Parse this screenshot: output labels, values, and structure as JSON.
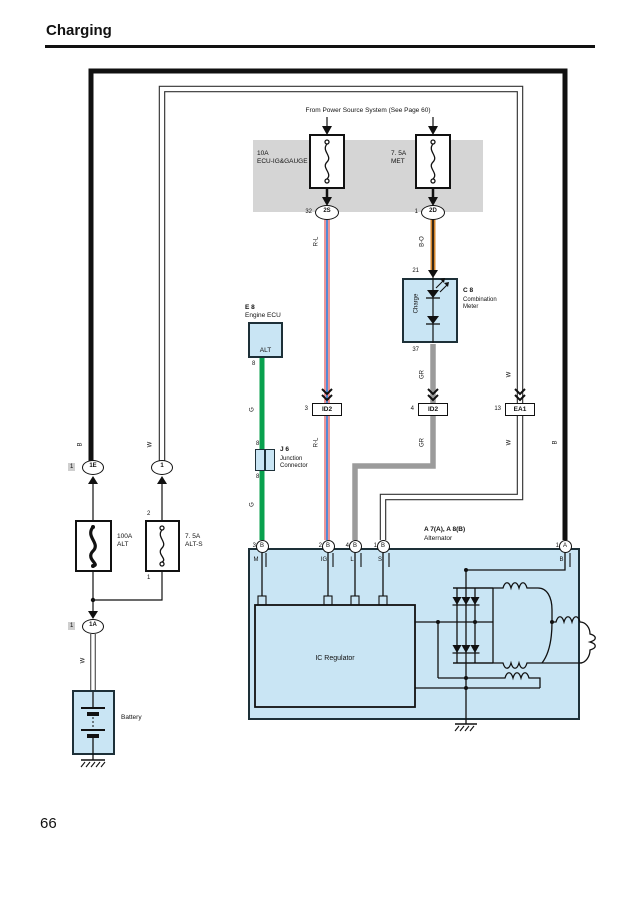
{
  "page": {
    "title": "Charging",
    "number": "66"
  },
  "header_note": "From Power Source System (See Page 60)",
  "fusebox": {
    "fuse_left": {
      "rating": "10A",
      "name": "ECU-IG&GAUGE"
    },
    "fuse_right": {
      "rating": "7. 5A",
      "name": "MET"
    },
    "conn_left": {
      "pin": "32",
      "code": "2S"
    },
    "conn_right": {
      "pin": "1",
      "code": "2D"
    }
  },
  "meter": {
    "code": "C 8",
    "name1": "Combination",
    "name2": "Meter",
    "lamp": "Charge",
    "pin_top": "21",
    "pin_bottom": "37"
  },
  "ecu": {
    "code": "E 8",
    "name": "Engine ECU",
    "terminal": "ALT",
    "pin": "8"
  },
  "jc": {
    "code": "J 6",
    "name1": "Junction",
    "name2": "Connector",
    "pin_top": "8",
    "pin_bottom": "8"
  },
  "connectors": {
    "id2_left": {
      "pin": "3",
      "code": "ID2"
    },
    "id2_right": {
      "pin": "4",
      "code": "ID2"
    },
    "ea1": {
      "pin": "13",
      "code": "EA1"
    },
    "e1": {
      "pin": "1",
      "code": "1E"
    },
    "small_right": {
      "code": "1"
    },
    "a1": {
      "pin": "1",
      "code": "1A"
    }
  },
  "fuses": {
    "alt": {
      "rating": "100A",
      "name": "ALT"
    },
    "alt_s": {
      "rating": "7. 5A",
      "name": "ALT-S",
      "pin_top": "2",
      "pin_bottom": "1"
    }
  },
  "battery_label": "Battery",
  "alternator": {
    "code": "A 7(A), A 8(B)",
    "name": "Alternator",
    "regulator": "IC Regulator",
    "t1": {
      "pin": "3",
      "conn": "B",
      "term": "M"
    },
    "t2": {
      "pin": "2",
      "conn": "B",
      "term": "IG"
    },
    "t3": {
      "pin": "4",
      "conn": "B",
      "term": "L"
    },
    "t4": {
      "pin": "1",
      "conn": "B",
      "term": "S"
    },
    "t5": {
      "pin": "1",
      "conn": "A",
      "term": "B"
    }
  },
  "wire_labels": {
    "rl_1": "R-L",
    "rl_2": "R-L",
    "bo": "B-O",
    "gr_1": "GR",
    "gr_2": "GR",
    "g_1": "G",
    "g_2": "G",
    "w_r1": "W",
    "w_r2": "W",
    "b_l": "B",
    "w_l": "W",
    "b_r": "B",
    "w_bat": "W"
  },
  "colors": {
    "wire_green": "#09a14e",
    "wire_gray": "#9b9b9b",
    "wire_red": "#d92b32",
    "wire_blue_stripe": "#2a6bc8",
    "wire_orange": "#d4862c",
    "wire_black": "#111111",
    "component_fill": "#c9e5f4",
    "fusebox_fill": "#d5d5d5"
  }
}
